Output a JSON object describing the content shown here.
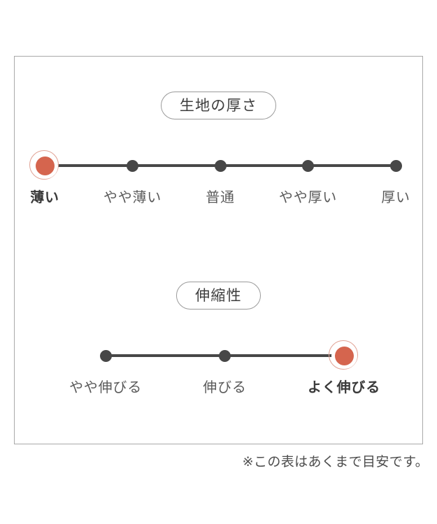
{
  "card": {
    "footnote": "※この表はあくまで目安です。"
  },
  "colors": {
    "selected": "#d5654e",
    "selected_ring": "#e0a193",
    "dot": "#474747",
    "track": "#474747",
    "frame_border": "#a9a9a9",
    "label": "#5a5a5a",
    "label_selected": "#3a3a3a"
  },
  "sections": [
    {
      "title": "生地の厚さ",
      "selected_index": 0,
      "options": [
        {
          "label": "薄い",
          "selected": true
        },
        {
          "label": "やや薄い",
          "selected": false
        },
        {
          "label": "普通",
          "selected": false
        },
        {
          "label": "やや厚い",
          "selected": false
        },
        {
          "label": "厚い",
          "selected": false
        }
      ]
    },
    {
      "title": "伸縮性",
      "selected_index": 2,
      "options": [
        {
          "label": "やや伸びる",
          "selected": false
        },
        {
          "label": "伸びる",
          "selected": false
        },
        {
          "label": "よく伸びる",
          "selected": true
        }
      ]
    }
  ]
}
